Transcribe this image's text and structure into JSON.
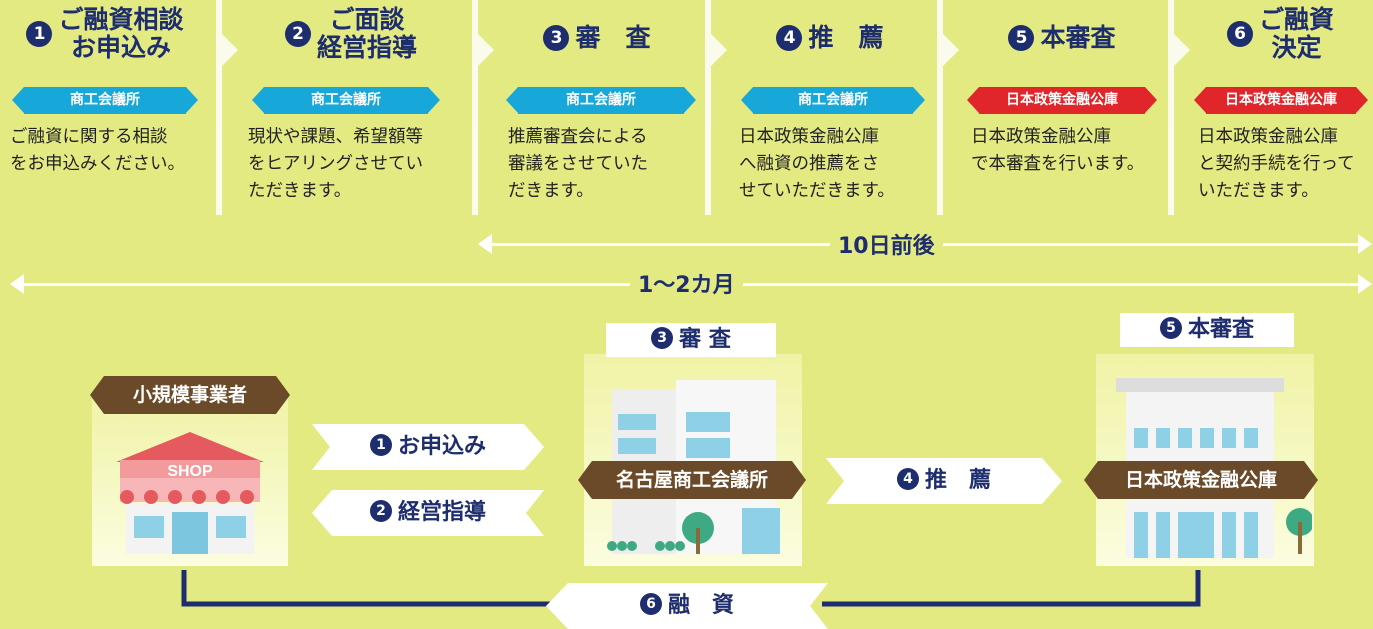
{
  "steps": [
    {
      "num": "1",
      "title": "ご融資相談\nお申込み",
      "org": "商工会議所",
      "desc": "ご融資に関する相談\nをお申込みください。"
    },
    {
      "num": "2",
      "title": "ご面談\n経営指導",
      "org": "商工会議所",
      "desc": "現状や課題、希望額等\nをヒアリングさせてい\nただきます。"
    },
    {
      "num": "3",
      "title": "審　査",
      "org": "商工会議所",
      "desc": "推薦審査会による\n審議をさせていた\nだきます。"
    },
    {
      "num": "4",
      "title": "推　薦",
      "org": "商工会議所",
      "desc": "日本政策金融公庫\nへ融資の推薦をさ\nせていただきます。"
    },
    {
      "num": "5",
      "title": "本審査",
      "org": "日本政策金融公庫",
      "desc": "日本政策金融公庫\nで本審査を行います。"
    },
    {
      "num": "6",
      "title": "ご融資\n決定",
      "org": "日本政策金融公庫",
      "desc": "日本政策金融公庫\nと契約手続を行って\nいただきます。"
    }
  ],
  "spans": {
    "short": "10日前後",
    "long": "1〜2カ月"
  },
  "diagram": {
    "business": {
      "label": "小規模事業者",
      "shop_sign": "SHOP"
    },
    "chamber": {
      "label": "名古屋商工会議所",
      "stage": "審 査",
      "stage_num": "3"
    },
    "bank": {
      "label": "日本政策金融公庫",
      "stage": "本審査",
      "stage_num": "5"
    },
    "arrow_apply": {
      "num": "1",
      "label": "お申込み"
    },
    "arrow_guidance": {
      "num": "2",
      "label": "経営指導"
    },
    "arrow_recommend": {
      "num": "4",
      "label": "推　薦"
    },
    "arrow_loan": {
      "num": "6",
      "label": "融　資"
    }
  },
  "colors": {
    "background": "#e4ea82",
    "navy": "#1d2d6e",
    "blue": "#17a7d9",
    "red": "#e0262a",
    "brown": "#6b4a2a"
  }
}
